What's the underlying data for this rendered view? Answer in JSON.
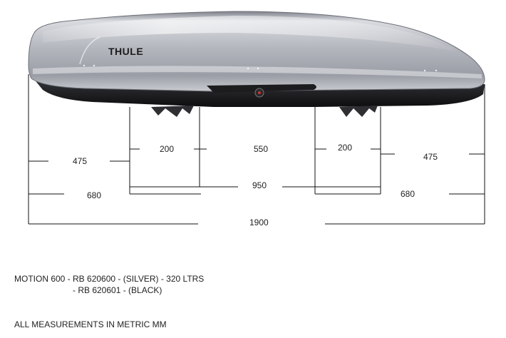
{
  "brand": "THULE",
  "dimensions": {
    "left_overhang": "475",
    "right_overhang": "475",
    "left_foot_width": "200",
    "right_foot_width": "200",
    "between_feet": "550",
    "feet_outer_span": "950",
    "left_to_outer": "680",
    "right_to_outer": "680",
    "total_length": "1900"
  },
  "caption": {
    "line1": "MOTION 600 - RB 620600 - (SILVER) - 320 LTRS",
    "line2": "- RB 620601 - (BLACK)",
    "footer": "ALL MEASUREMENTS IN METRIC MM"
  },
  "colors": {
    "box_silver_light": "#e8e9ec",
    "box_silver_mid": "#b9bcc3",
    "box_silver_dark": "#7d8089",
    "base_black": "#1a1a1c"
  }
}
